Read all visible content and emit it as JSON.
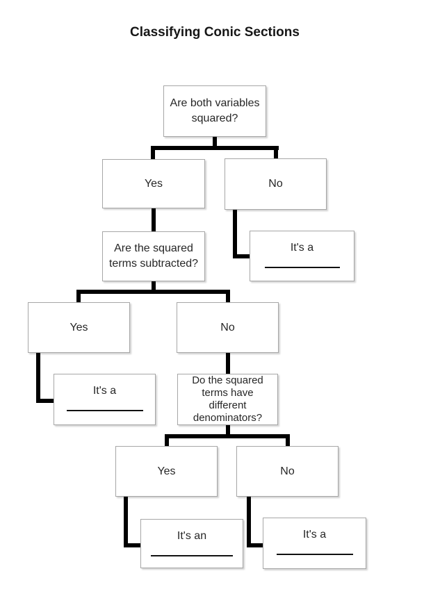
{
  "title": "Classifying Conic Sections",
  "nodes": {
    "q1": "Are both variables squared?",
    "yes1": "Yes",
    "no1": "No",
    "q2": "Are the squared terms subtracted?",
    "result1": "It's a",
    "yes2": "Yes",
    "no2": "No",
    "result2": "It's a",
    "q3": "Do the squared terms have different denominators?",
    "yes3": "Yes",
    "no3": "No",
    "result3": "It's an",
    "result4": "It's a"
  },
  "colors": {
    "background": "#ffffff",
    "connector": "#000000",
    "box_border": "#a6a6a6",
    "text": "#262626",
    "blank_line": "#111111"
  }
}
